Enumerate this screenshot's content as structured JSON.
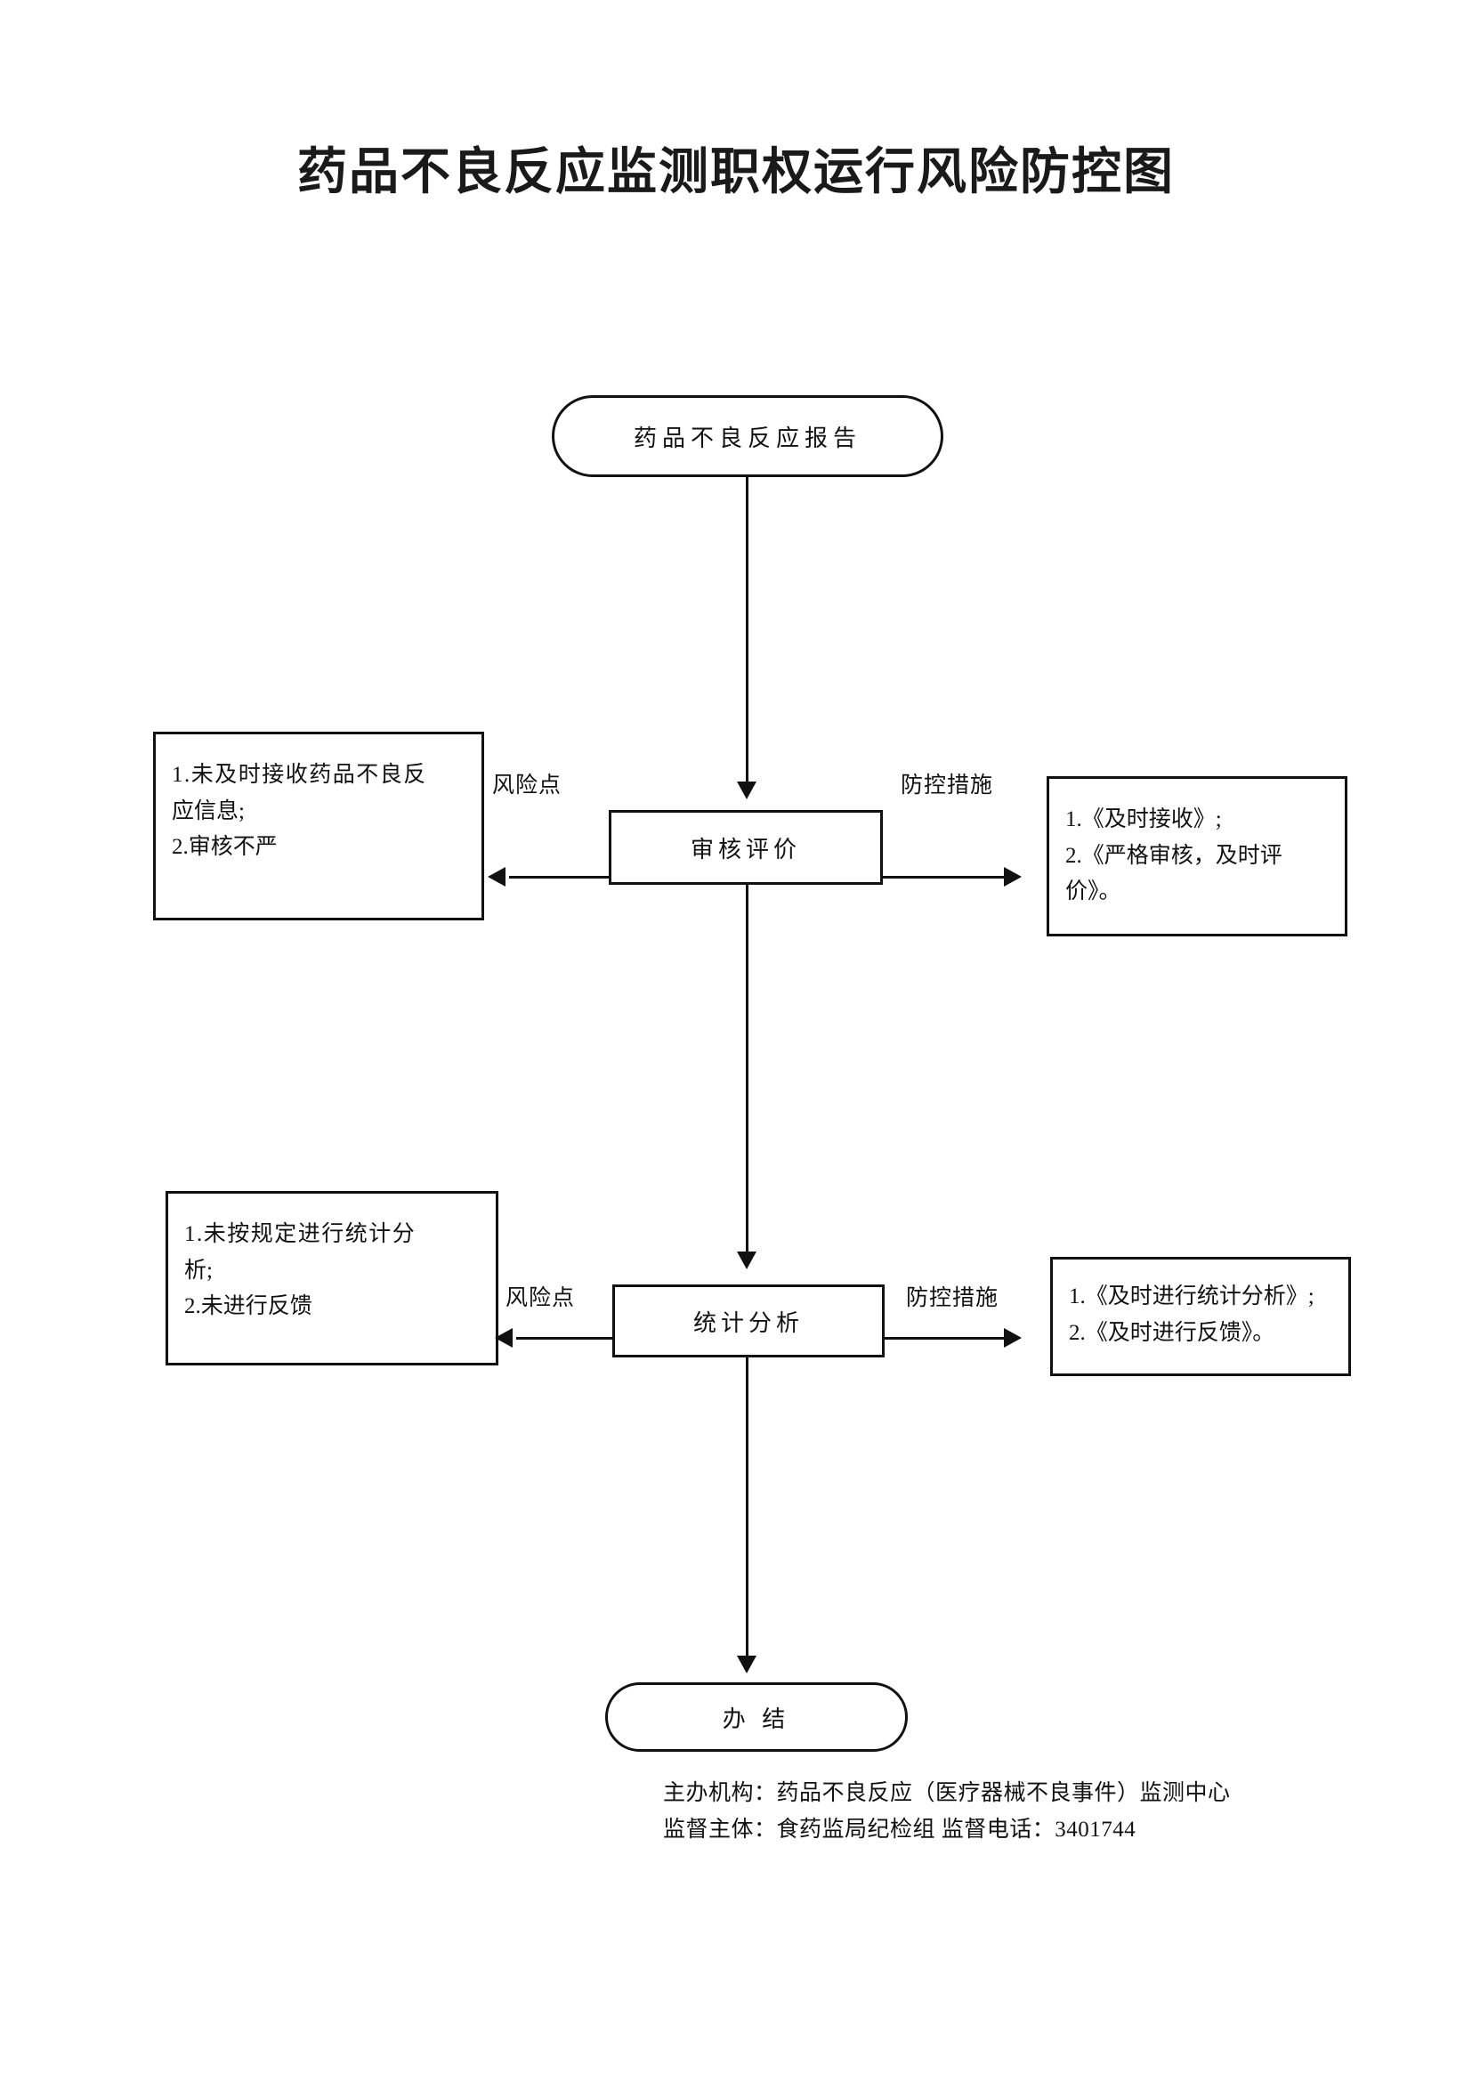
{
  "document": {
    "title": "药品不良反应监测职权运行风险防控图"
  },
  "flow": {
    "start_node": {
      "label": "药品不良反应报告",
      "shape": "rounded-oval"
    },
    "end_node": {
      "label": "办  结",
      "shape": "rounded-oval"
    },
    "steps": [
      {
        "id": "step-1",
        "process_label": "审核评价",
        "risk_edge_label": "风险点",
        "measure_edge_label": "防控措施",
        "risks": [
          "1.未及时接收药品不良反",
          "应信息;",
          "2.审核不严"
        ],
        "measures": [
          "1.《及时接收》;",
          "2.《严格审核，及时评",
          "价》。"
        ]
      },
      {
        "id": "step-2",
        "process_label": "统计分析",
        "risk_edge_label": "风险点",
        "measure_edge_label": "防控措施",
        "risks": [
          "1.未按规定进行统计分",
          "析;",
          "2.未进行反馈"
        ],
        "measures": [
          "1.《及时进行统计分析》;",
          "2.《及时进行反馈》。"
        ]
      }
    ]
  },
  "footer": {
    "line1": "主办机构：药品不良反应（医疗器械不良事件）监测中心",
    "line2": "监督主体：食药监局纪检组  监督电话：3401744"
  },
  "colors": {
    "ink": "#111111",
    "paper": "#ffffff"
  }
}
